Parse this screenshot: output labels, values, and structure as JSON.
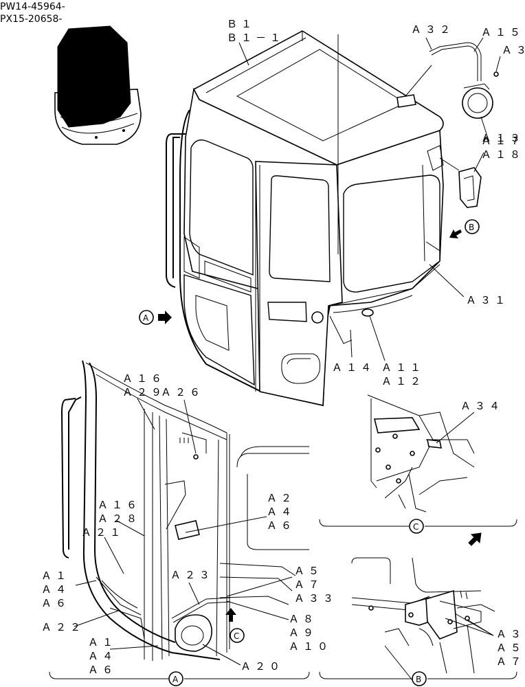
{
  "header": {
    "line1": "PW14-45964-",
    "line2": "PX15-20658-"
  },
  "labels": {
    "b1": "Ｂ１",
    "b1_1": "Ｂ１－１",
    "a32": "Ａ３２",
    "a15": "Ａ１５",
    "a3_top": "Ａ３",
    "a13": "Ａ１３",
    "a17": "Ａ１７",
    "a18": "Ａ１８",
    "a31": "Ａ３１",
    "a14": "Ａ１４",
    "a11": "Ａ１１",
    "a12": "Ａ１２",
    "a34": "Ａ３４",
    "a16_top": "Ａ１６",
    "a29": "Ａ２９",
    "a26": "Ａ２６",
    "a16_mid": "Ａ１６",
    "a28": "Ａ２８",
    "a21": "Ａ２１",
    "a2": "Ａ２",
    "a4_r": "Ａ４",
    "a6_r": "Ａ６",
    "a1_l": "Ａ１",
    "a4_l": "Ａ４",
    "a6_l": "Ａ６",
    "a23": "Ａ２３",
    "a5": "Ａ５",
    "a7": "Ａ７",
    "a33": "Ａ３３",
    "a22": "Ａ２２",
    "a8": "Ａ８",
    "a9": "Ａ９",
    "a10": "Ａ１０",
    "a1_b": "Ａ１",
    "a4_b": "Ａ４",
    "a6_b": "Ａ６",
    "a20": "Ａ２０",
    "a3_b": "Ａ３",
    "a5_b": "Ａ５",
    "a7_b": "Ａ７"
  },
  "views": {
    "a_arrow": "A",
    "b_arrow": "B",
    "c_arrow": "C",
    "a_bottom": "A",
    "b_bottom": "B",
    "c_bottom": "C"
  }
}
